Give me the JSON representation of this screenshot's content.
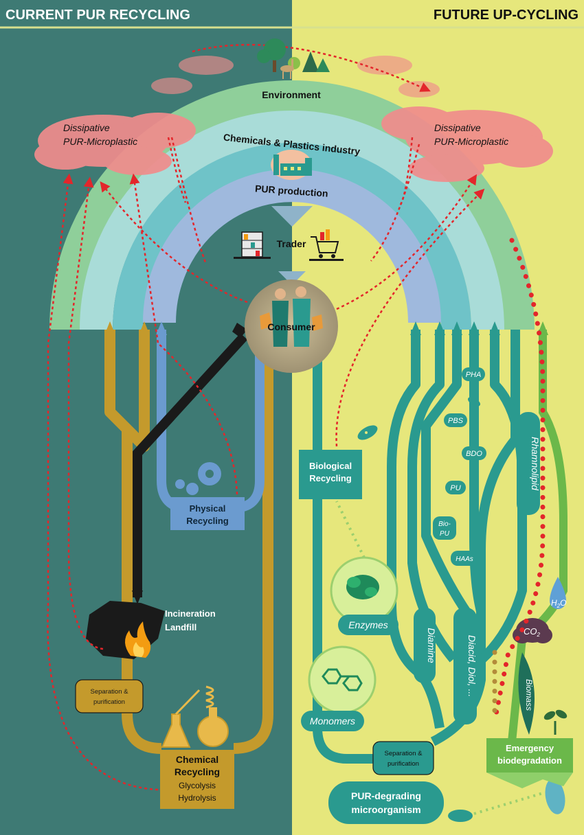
{
  "header": {
    "left_title": "CURRENT PUR RECYCLING",
    "right_title": "FUTURE UP-CYCLING"
  },
  "labels": {
    "environment": "Environment",
    "microplastic_left_1": "Dissipative",
    "microplastic_left_2": "PUR-Microplastic",
    "microplastic_right_1": "Dissipative",
    "microplastic_right_2": "PUR-Microplastic",
    "industry": "Chemicals & Plastics industry",
    "production": "PUR production",
    "trader": "Trader",
    "consumer": "Consumer",
    "physical_1": "Physical",
    "physical_2": "Recycling",
    "biological_1": "Biological",
    "biological_2": "Recycling",
    "incineration": "Incineration",
    "landfill": "Landfill",
    "sep_left_1": "Separation &",
    "sep_left_2": "purification",
    "chemical_1": "Chemical",
    "chemical_2": "Recycling",
    "glycolysis": "Glycolysis",
    "hydrolysis": "Hydrolysis",
    "enzymes": "Enzymes",
    "monomers": "Monomers",
    "diamine": "Diamine",
    "diacid": "Diacid, Diol, ...",
    "sep_right_1": "Separation &",
    "sep_right_2": "purification",
    "pur_micro_1": "PUR-degrading",
    "pur_micro_2": "microorganism",
    "pha": "PHA",
    "pbs": "PBS",
    "bdo": "BDO",
    "pu": "PU",
    "biopu_1": "Bio-",
    "biopu_2": "PU",
    "haas": "HAAs",
    "rhamnolipid": "Rhamnolipid",
    "h2o": "H",
    "h2o_sub": "2",
    "h2o_o": "O",
    "co2": "CO",
    "co2_sub": "2",
    "biomass": "Biomass",
    "emergency_1": "Emergency",
    "emergency_2": "biodegradation"
  },
  "colors": {
    "left_bg": "#3e7a74",
    "right_bg": "#e6e77c",
    "environment_arc": "#8fcf9a",
    "industry_arc": "#a9dcd8",
    "production_arc": "#6fc3c8",
    "trader_arc": "#9fb9dd",
    "microplastic": "#f08c8c",
    "chemical_path": "#c49a2c",
    "physical_path": "#6b9bcf",
    "incineration_path": "#1a1a1a",
    "bio_path": "#2a9a8f",
    "emergency_path": "#6bb84a",
    "dotted_arrow": "#e3262b",
    "consumer_disc": "#b8ab8a"
  },
  "icons": [
    "tree-icon",
    "deer-icon",
    "factory-icon",
    "shelf-icon",
    "cart-icon",
    "consumer-people-icon",
    "gear-icon",
    "fire-icon",
    "flask-icon",
    "bacterium-icon",
    "enzyme-icon",
    "molecule-icon",
    "seedling-icon",
    "water-drop-icon",
    "cloud-icon",
    "leaf-icon"
  ]
}
